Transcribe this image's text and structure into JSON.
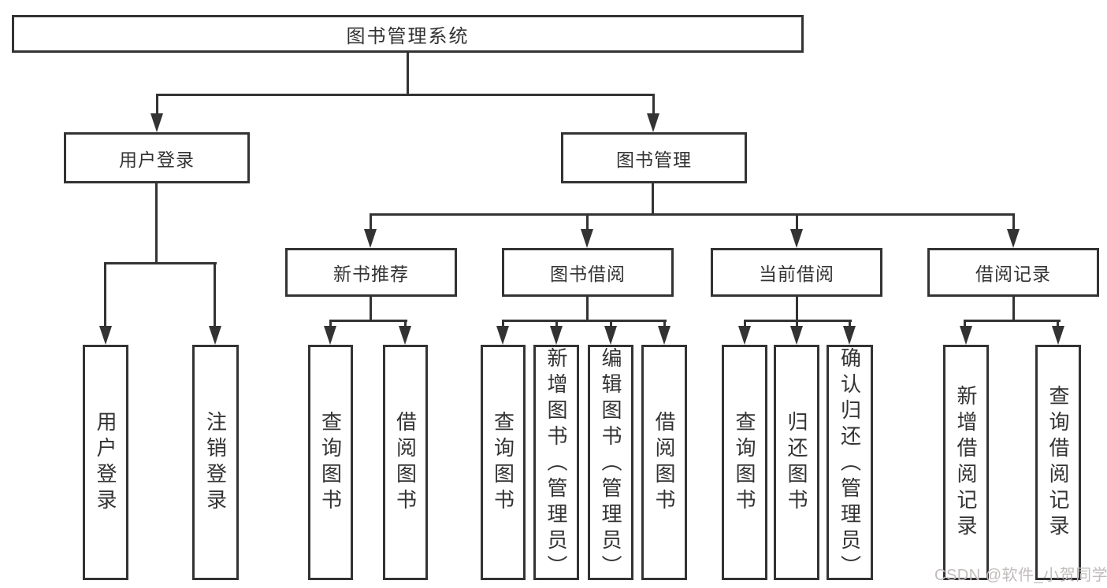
{
  "diagram": {
    "root": {
      "label": "图书管理系统"
    },
    "level2": [
      {
        "label": "用户登录"
      },
      {
        "label": "图书管理"
      }
    ],
    "level3": [
      {
        "label": "新书推荐"
      },
      {
        "label": "图书借阅"
      },
      {
        "label": "当前借阅"
      },
      {
        "label": "借阅记录"
      }
    ],
    "leaves": {
      "user_login": [
        "用户登录",
        "注销登录"
      ],
      "new_book_recommend": [
        "查询图书",
        "借阅图书"
      ],
      "book_borrowing": [
        "查询图书",
        "新增图书（管理员）",
        "编辑图书（管理员）",
        "借阅图书"
      ],
      "current_borrowing": [
        "查询图书",
        "归还图书",
        "确认归还（管理员）"
      ],
      "borrowing_records": [
        "新增借阅记录",
        "查询借阅记录"
      ]
    },
    "watermark": "CSDN @软件_小贺同学",
    "colors": {
      "line": "#333333",
      "text": "#333333",
      "watermark": "#c3bcbc",
      "background": "#ffffff"
    }
  }
}
